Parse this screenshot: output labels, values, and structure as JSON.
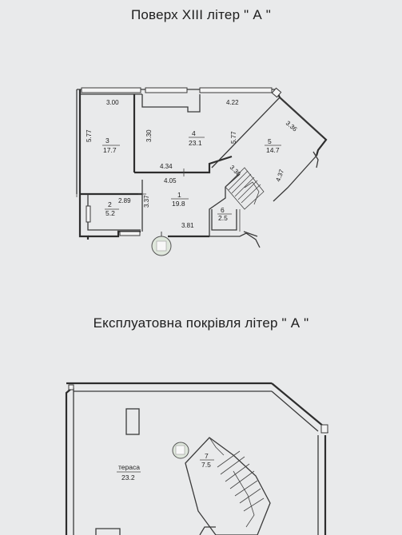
{
  "floor13": {
    "title": "Поверх  XIII  літер \" А \"",
    "dims": {
      "r3_top": "3.00",
      "r3_left": "5.77",
      "r4_top": "4.22",
      "r4_left": "3.30",
      "r4_bottom": "4.34",
      "r4_right": "5.77",
      "r5_top": "3.36",
      "r5_right": "4.37",
      "diag": "3.36",
      "r1_top": "4.05",
      "r1_left": "3.37",
      "r1_bottom": "3.81",
      "r2_top": "2.89"
    },
    "rooms": [
      {
        "no": "3",
        "area": "17.7"
      },
      {
        "no": "4",
        "area": "23.1"
      },
      {
        "no": "5",
        "area": "14.7"
      },
      {
        "no": "1",
        "area": "19.8"
      },
      {
        "no": "2",
        "area": "5.2"
      },
      {
        "no": "6",
        "area": "2.5"
      }
    ]
  },
  "roof": {
    "title": "Експлуатовна покрівля  літер \" А \"",
    "rooms": [
      {
        "name": "тераса",
        "area": "23.2"
      },
      {
        "no": "7",
        "area": "7.5"
      }
    ]
  }
}
